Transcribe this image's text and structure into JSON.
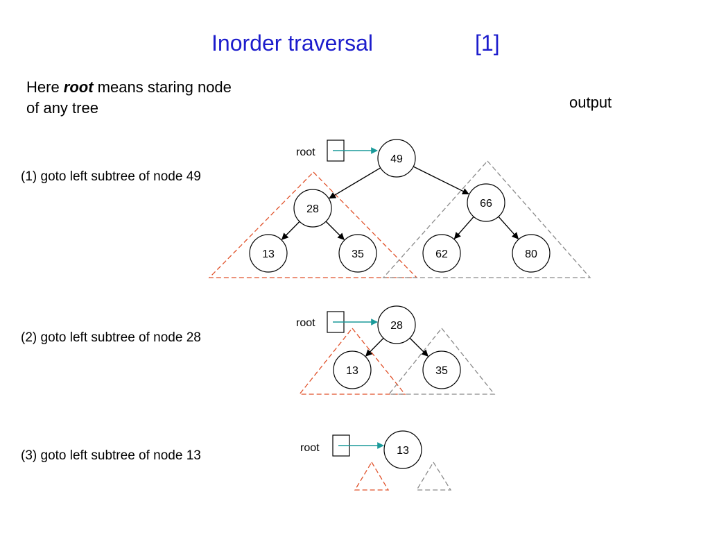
{
  "title": {
    "text": "Inorder traversal",
    "ref": "[1]"
  },
  "intro": {
    "prefix": "Here ",
    "emphasis": "root",
    "suffix": " means staring node",
    "line2": "of any tree"
  },
  "output_label": "output",
  "root_label": "root",
  "steps": [
    {
      "label": "(1) goto left subtree of node 49"
    },
    {
      "label": "(2) goto left subtree of node 28"
    },
    {
      "label": "(3) goto left subtree of node 13"
    }
  ],
  "colors": {
    "title": "#1c1ccc",
    "left_subtree": "#e0512a",
    "right_subtree": "#8a8a8a",
    "root_arrow": "#1a9a9a",
    "edge": "#000000"
  },
  "trees": [
    {
      "nodes": [
        {
          "id": "49",
          "value": "49"
        },
        {
          "id": "28",
          "value": "28"
        },
        {
          "id": "66",
          "value": "66"
        },
        {
          "id": "13",
          "value": "13"
        },
        {
          "id": "35",
          "value": "35"
        },
        {
          "id": "62",
          "value": "62"
        },
        {
          "id": "80",
          "value": "80"
        }
      ],
      "edges": [
        [
          "49",
          "28"
        ],
        [
          "49",
          "66"
        ],
        [
          "28",
          "13"
        ],
        [
          "28",
          "35"
        ],
        [
          "66",
          "62"
        ],
        [
          "66",
          "80"
        ]
      ]
    },
    {
      "nodes": [
        {
          "id": "28",
          "value": "28"
        },
        {
          "id": "13",
          "value": "13"
        },
        {
          "id": "35",
          "value": "35"
        }
      ],
      "edges": [
        [
          "28",
          "13"
        ],
        [
          "28",
          "35"
        ]
      ]
    },
    {
      "nodes": [
        {
          "id": "13",
          "value": "13"
        }
      ],
      "edges": []
    }
  ]
}
